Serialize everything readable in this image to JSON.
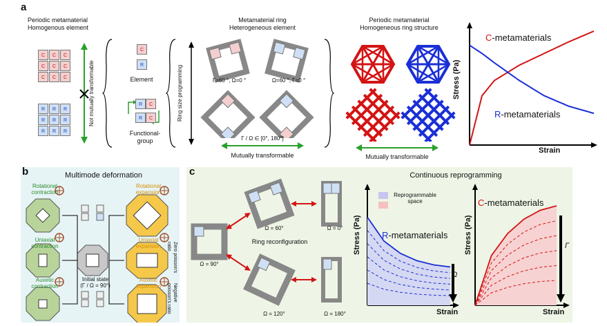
{
  "panel_a": {
    "letter": "a",
    "left_title_1": "Periodic metamaterial",
    "left_title_2": "Homogenous element",
    "not_transformable": "Not mutually transformable",
    "cell_c": "C",
    "cell_r": "R",
    "element_label": "Element",
    "functional_group_1": "Functional-",
    "functional_group_2": "group",
    "ring_programming": "Ring size programming",
    "ring_title_1": "Metamaterial ring",
    "ring_title_2": "Heterogeneous element",
    "ring_caption_1": "Γ=60 °, Ω=0 °",
    "ring_caption_2": "Ω=60 °, Γ=0 °",
    "range_caption": "Γ / Ω ∈ [0°, 180°]",
    "mutually_transformable_1": "Mutually transformable",
    "ring_struct_title_1": "Periodic metamaterial",
    "ring_struct_title_2": "Homogeneous ring structure",
    "mutually_transformable_2": "Mutually transformable",
    "chart_ylabel": "Stress (Pa)",
    "chart_xlabel": "Strain",
    "chart_c_label_prefix": "C",
    "chart_c_label_suffix": "-metamaterials",
    "chart_r_label_prefix": "R",
    "chart_r_label_suffix": "-metamaterials"
  },
  "panel_b": {
    "letter": "b",
    "title": "Multimode deformation",
    "rot_contraction": "Rotational contraction",
    "uni_contraction": "Uniaxial contraction",
    "aux_contraction": "Auxetic contraction",
    "rot_expansion": "Rotational expansion",
    "uni_expansion": "Uniaxial expansion",
    "aux_expansion": "Auxetic expansion",
    "initial_state_1": "Initial state",
    "initial_state_2": "(Γ / Ω = 90°)",
    "zero_poisson": "Zero poisson's ratio",
    "neg_poisson": "Negative poisson's ratio"
  },
  "panel_c": {
    "letter": "c",
    "title": "Continuous reprogramming",
    "ring_reconfig": "Ring reconfiguration",
    "omega_60": "Ω = 60°",
    "omega_0": "Ω = 0°",
    "omega_90": "Ω = 90°",
    "omega_120": "Ω = 120°",
    "omega_180": "Ω = 180°",
    "legend_1": "Reprogrammable",
    "legend_2": "space",
    "chart_ylabel": "Stress (Pa)",
    "chart_xlabel": "Strain",
    "r_label_prefix": "R",
    "r_label_suffix": "-metamaterials",
    "c_label_prefix": "C",
    "c_label_suffix": "-metamaterials",
    "omega_arrow": "Ω",
    "gamma_arrow": "Γ"
  },
  "colors": {
    "red": "#d41414",
    "blue": "#1a2fd6",
    "green": "#2aa02a",
    "octagon_green": "#b9d49a",
    "octagon_yellow": "#f6c84a",
    "panel_b_bg": "#e7f4f6",
    "panel_c_bg": "#eef5e6"
  },
  "chart_data": [
    {
      "type": "line",
      "title": "",
      "xlabel": "Strain",
      "ylabel": "Stress (Pa)",
      "series": [
        {
          "name": "C-metamaterials",
          "x": [
            0,
            0.1,
            0.2,
            0.4,
            0.6,
            0.8,
            1.0
          ],
          "y": [
            0,
            0.42,
            0.55,
            0.68,
            0.78,
            0.88,
            0.97
          ]
        },
        {
          "name": "R-metamaterials",
          "x": [
            0,
            0.1,
            0.2,
            0.4,
            0.6,
            0.8,
            1.0
          ],
          "y": [
            0.85,
            0.78,
            0.7,
            0.55,
            0.42,
            0.33,
            0.27
          ]
        }
      ]
    },
    {
      "type": "line",
      "title": "",
      "xlabel": "Strain",
      "ylabel": "Stress (Pa)",
      "series": [
        {
          "name": "R-metamaterials",
          "x": [
            0,
            0.2,
            0.4,
            0.6,
            0.8,
            1.0
          ],
          "y": [
            0.85,
            0.62,
            0.5,
            0.43,
            0.39,
            0.37
          ]
        }
      ]
    },
    {
      "type": "line",
      "title": "",
      "xlabel": "Strain",
      "ylabel": "Stress (Pa)",
      "series": [
        {
          "name": "C-metamaterials",
          "x": [
            0,
            0.2,
            0.4,
            0.6,
            0.8,
            1.0
          ],
          "y": [
            0,
            0.45,
            0.65,
            0.78,
            0.86,
            0.9
          ]
        }
      ]
    }
  ]
}
